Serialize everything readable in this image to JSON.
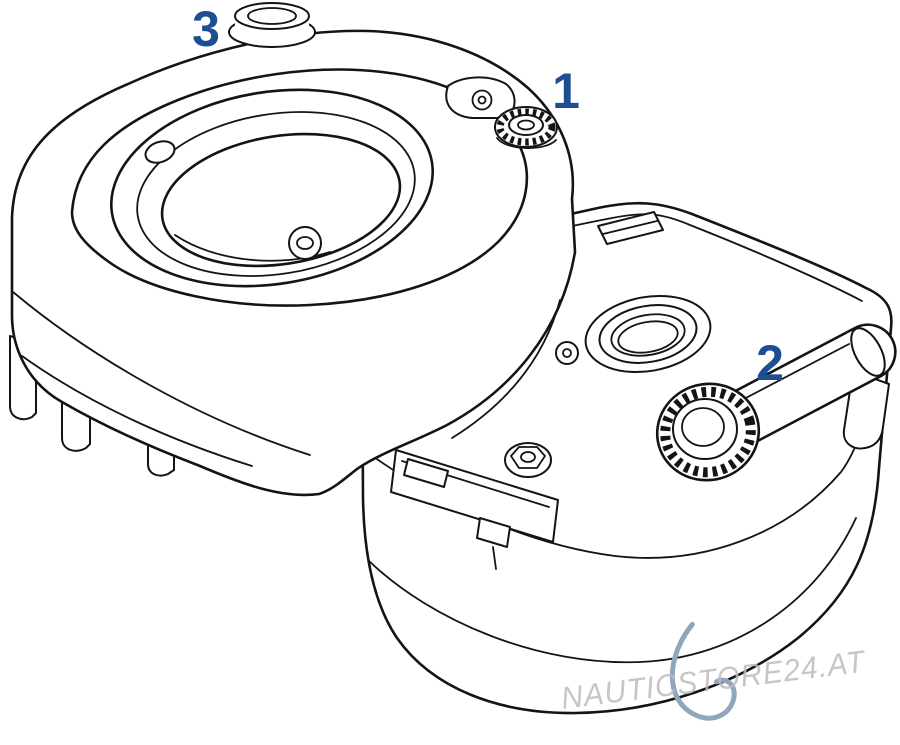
{
  "diagram": {
    "label_color": "#1d4e91",
    "line_color": "#141414",
    "labels": [
      {
        "text": "3"
      },
      {
        "text": "1"
      },
      {
        "text": "2"
      }
    ]
  },
  "watermark": {
    "text": "NAUTICSTORE24.AT",
    "color": "#bcbcbc",
    "accent_color": "#8fa6bf"
  }
}
